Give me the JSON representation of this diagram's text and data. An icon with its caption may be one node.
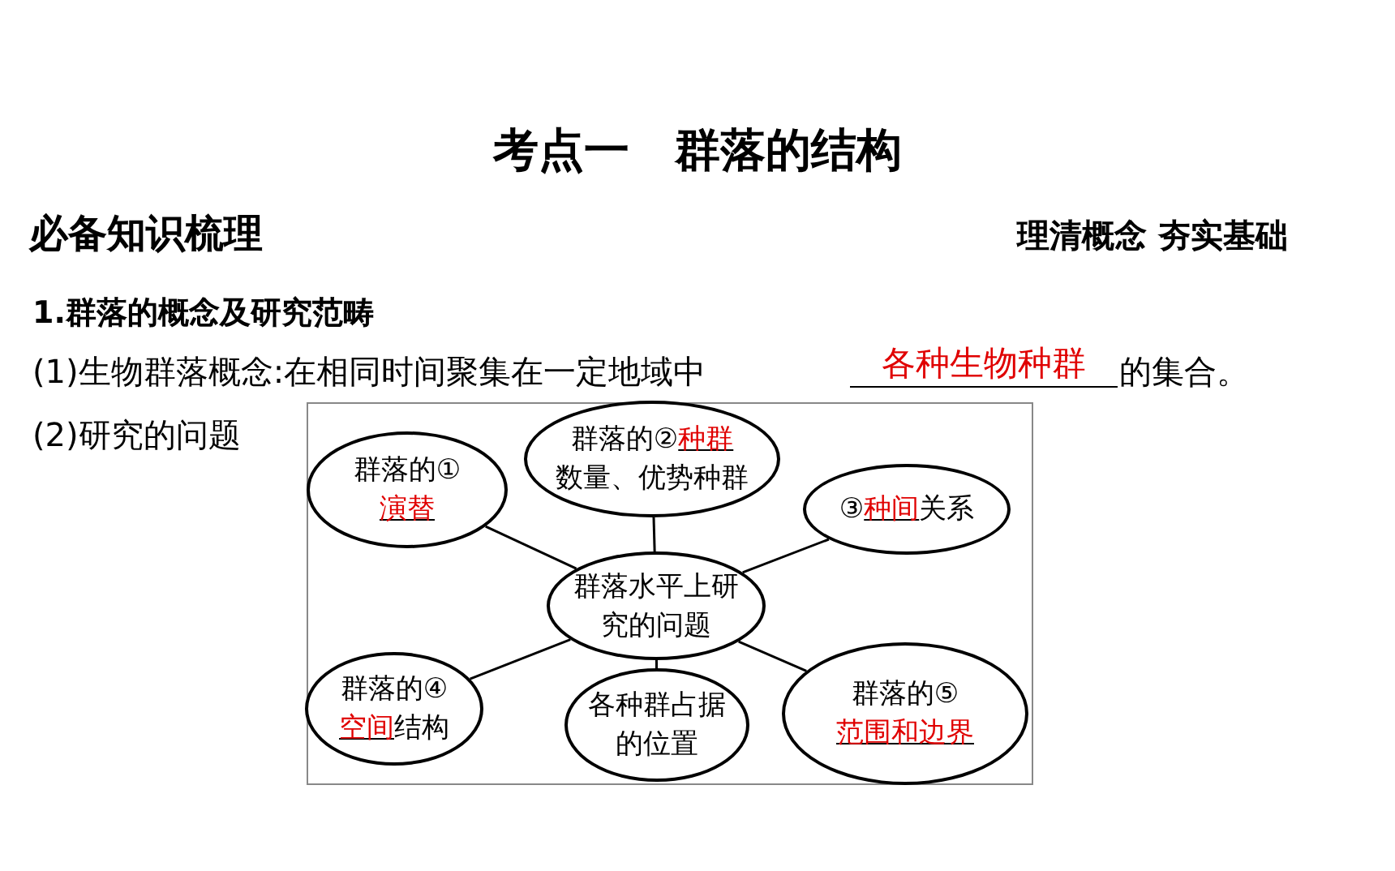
{
  "diagram": {
    "title": "考点一　群落的结构",
    "nodes": [
      {
        "text": [
          "群落的①",
          "演替"
        ]
      },
      {
        "text": [
          "群落的②",
          "种群",
          "数量、优势种群"
        ]
      },
      {
        "text": [
          "③",
          "种间",
          "关系"
        ]
      },
      {
        "text": [
          "群落水平上研究的问题"
        ]
      },
      {
        "text": [
          "群落的④",
          "空间",
          "结构"
        ]
      },
      {
        "text": [
          "各种群占据的位置"
        ]
      },
      {
        "text": [
          "群落的⑤",
          "范围和边界"
        ]
      }
    ],
    "edges": [
      {
        "from": 3,
        "to": 0,
        "arrow": "none"
      },
      {
        "from": 3,
        "to": 1,
        "arrow": "none"
      },
      {
        "from": 3,
        "to": 2,
        "arrow": "none"
      },
      {
        "from": 3,
        "to": 4,
        "arrow": "none"
      },
      {
        "from": 3,
        "to": 5,
        "arrow": "none"
      },
      {
        "from": 3,
        "to": 6,
        "arrow": "none"
      }
    ],
    "labels": [
      "必备知识梳理",
      "理清概念 夯实基础",
      "1.群落的概念及研究范畴",
      "(1)生物群落概念:在相同时间聚集在一定地域中",
      "各种生物种群",
      "的集合。",
      "(2)研究的问题"
    ]
  }
}
